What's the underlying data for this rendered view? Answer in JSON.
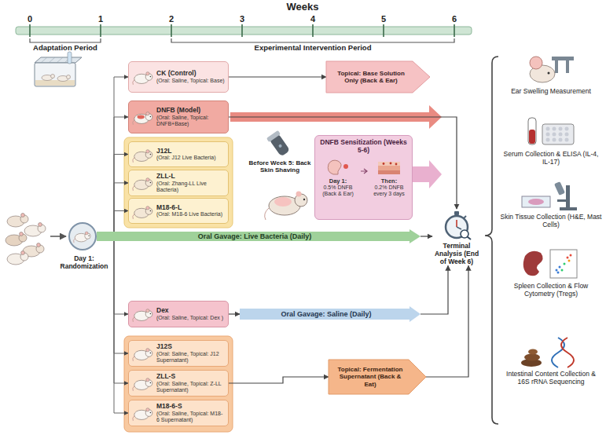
{
  "diagram": {
    "nodes": [
      {
        "text": [
          "Day 1: Randomization"
        ]
      },
      {
        "text": [
          "CK (Control)",
          "(Oral: Saline, Topical: Base)"
        ]
      },
      {
        "text": [
          "DNFB (Model)",
          "(Oral: Saline, Topical: DNFB+Base)"
        ]
      },
      {
        "text": [
          "J12L",
          "(Oral: J12 Live Bacteria)"
        ]
      },
      {
        "text": [
          "ZLL-L",
          "(Oral: Zhang-LL Live Bacteria)"
        ]
      },
      {
        "text": [
          "M18-6-L",
          "(Oral: M18-6 Live Bacteria)"
        ]
      },
      {
        "text": [
          "Dex",
          "(Oral: Saline, Topical: Dex )"
        ]
      },
      {
        "text": [
          "J12S",
          "(Oral: Saline, Topical: J12 Supernatant)"
        ]
      },
      {
        "text": [
          "ZLL-S",
          "(Oral: Saline, Topical: Z-LL Supernatant)"
        ]
      },
      {
        "text": [
          "M18-6-S",
          "(Oral: Saline, Topical: M18-6 Supernatant)"
        ]
      },
      {
        "text": [
          "Topical: Base Solution Only (Back & Ear)"
        ]
      },
      {
        "text": [
          "DNFB Sensitization (Weeks 5-6)",
          "Day 1:",
          "0.5% DNFB (Back & Ear)",
          "Then:",
          "0.2% DNFB every 3 days"
        ]
      },
      {
        "text": [
          "Oral Gavage: Live Bacteria (Daily)"
        ]
      },
      {
        "text": [
          "Oral Gavage: Saline (Daily)"
        ]
      },
      {
        "text": [
          "Topical: Fermentation Supernatant (Back & Eat)"
        ]
      },
      {
        "text": [
          "Terminal Analysis (End of Week 6)"
        ]
      }
    ],
    "edges": [
      {
        "from": 0,
        "to": 1,
        "arrow": "to"
      },
      {
        "from": 0,
        "to": 2,
        "arrow": "to"
      },
      {
        "from": 0,
        "to": 3,
        "arrow": "to"
      },
      {
        "from": 0,
        "to": 4,
        "arrow": "to"
      },
      {
        "from": 0,
        "to": 5,
        "arrow": "to"
      },
      {
        "from": 0,
        "to": 6,
        "arrow": "to"
      },
      {
        "from": 0,
        "to": 7,
        "arrow": "to"
      },
      {
        "from": 0,
        "to": 8,
        "arrow": "to"
      },
      {
        "from": 0,
        "to": 9,
        "arrow": "to"
      },
      {
        "from": 1,
        "to": 10,
        "arrow": "to"
      },
      {
        "from": 2,
        "to": 15,
        "arrow": "to"
      },
      {
        "from": 6,
        "to": 13,
        "arrow": "to"
      },
      {
        "from": 12,
        "to": 15,
        "arrow": "to"
      },
      {
        "from": 13,
        "to": 15,
        "arrow": "to"
      },
      {
        "from": 8,
        "to": 14,
        "arrow": "to"
      },
      {
        "from": 14,
        "to": 15,
        "arrow": "to"
      }
    ],
    "labels": [
      "Weeks",
      "0",
      "1",
      "2",
      "3",
      "4",
      "5",
      "6",
      "Adaptation Period",
      "Experimental Intervention Period",
      "Before Week 5: Back Skin Shaving",
      "Ear Swelling Measurement",
      "Serum Collection & ELISA (IL-4, IL-17)",
      "Skin Tissue Collection (H&E, Mast Cells)",
      "Spleen Collection & Flow Cytometry (Tregs)",
      "Intestinal Content Collection & 16S rRNA Sequencing"
    ]
  }
}
